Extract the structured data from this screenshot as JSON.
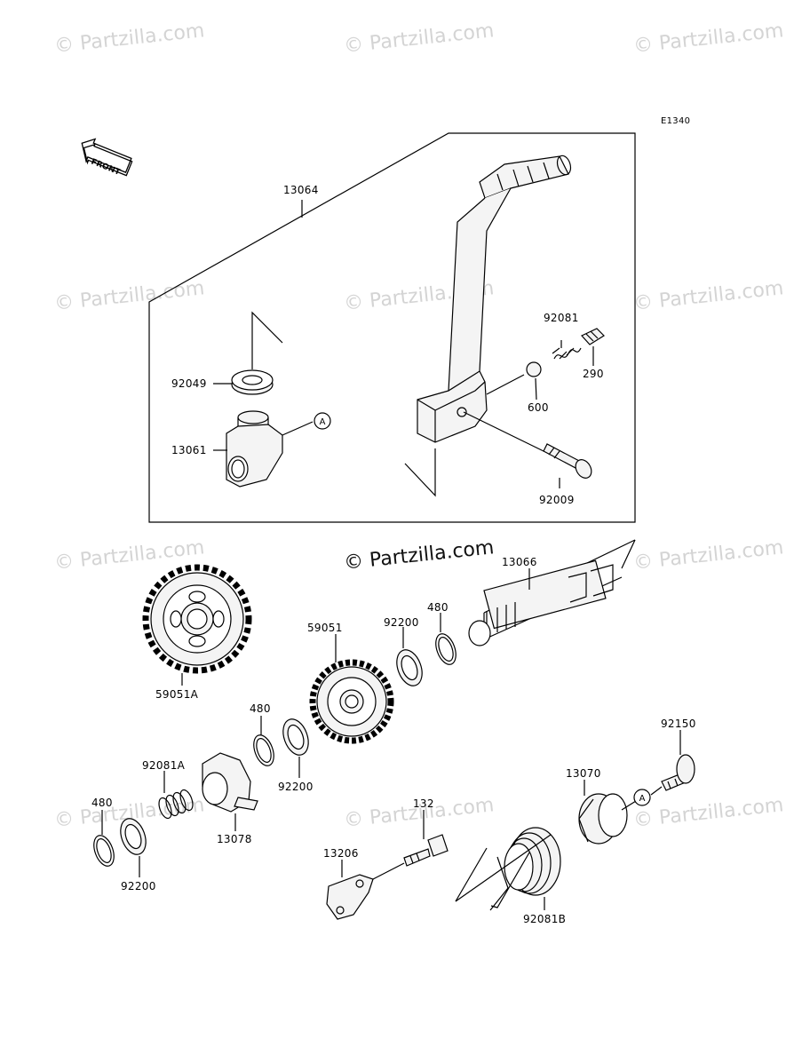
{
  "diagram_code": "E1340",
  "watermark": "© Partzilla.com",
  "front_label": "FRONT",
  "callout_a": "A",
  "parts": {
    "p13064": "13064",
    "p92049": "92049",
    "p13061": "13061",
    "p92081": "92081",
    "p290": "290",
    "p600": "600",
    "p92009": "92009",
    "p13066": "13066",
    "p480_top": "480",
    "p92200_top": "92200",
    "p59051": "59051",
    "p59051A": "59051A",
    "p480_mid": "480",
    "p92200_mid": "92200",
    "p92081A": "92081A",
    "p13078": "13078",
    "p480_low": "480",
    "p92200_low": "92200",
    "p132": "132",
    "p13206": "13206",
    "p13070": "13070",
    "p92150": "92150",
    "p92081B": "92081B"
  }
}
